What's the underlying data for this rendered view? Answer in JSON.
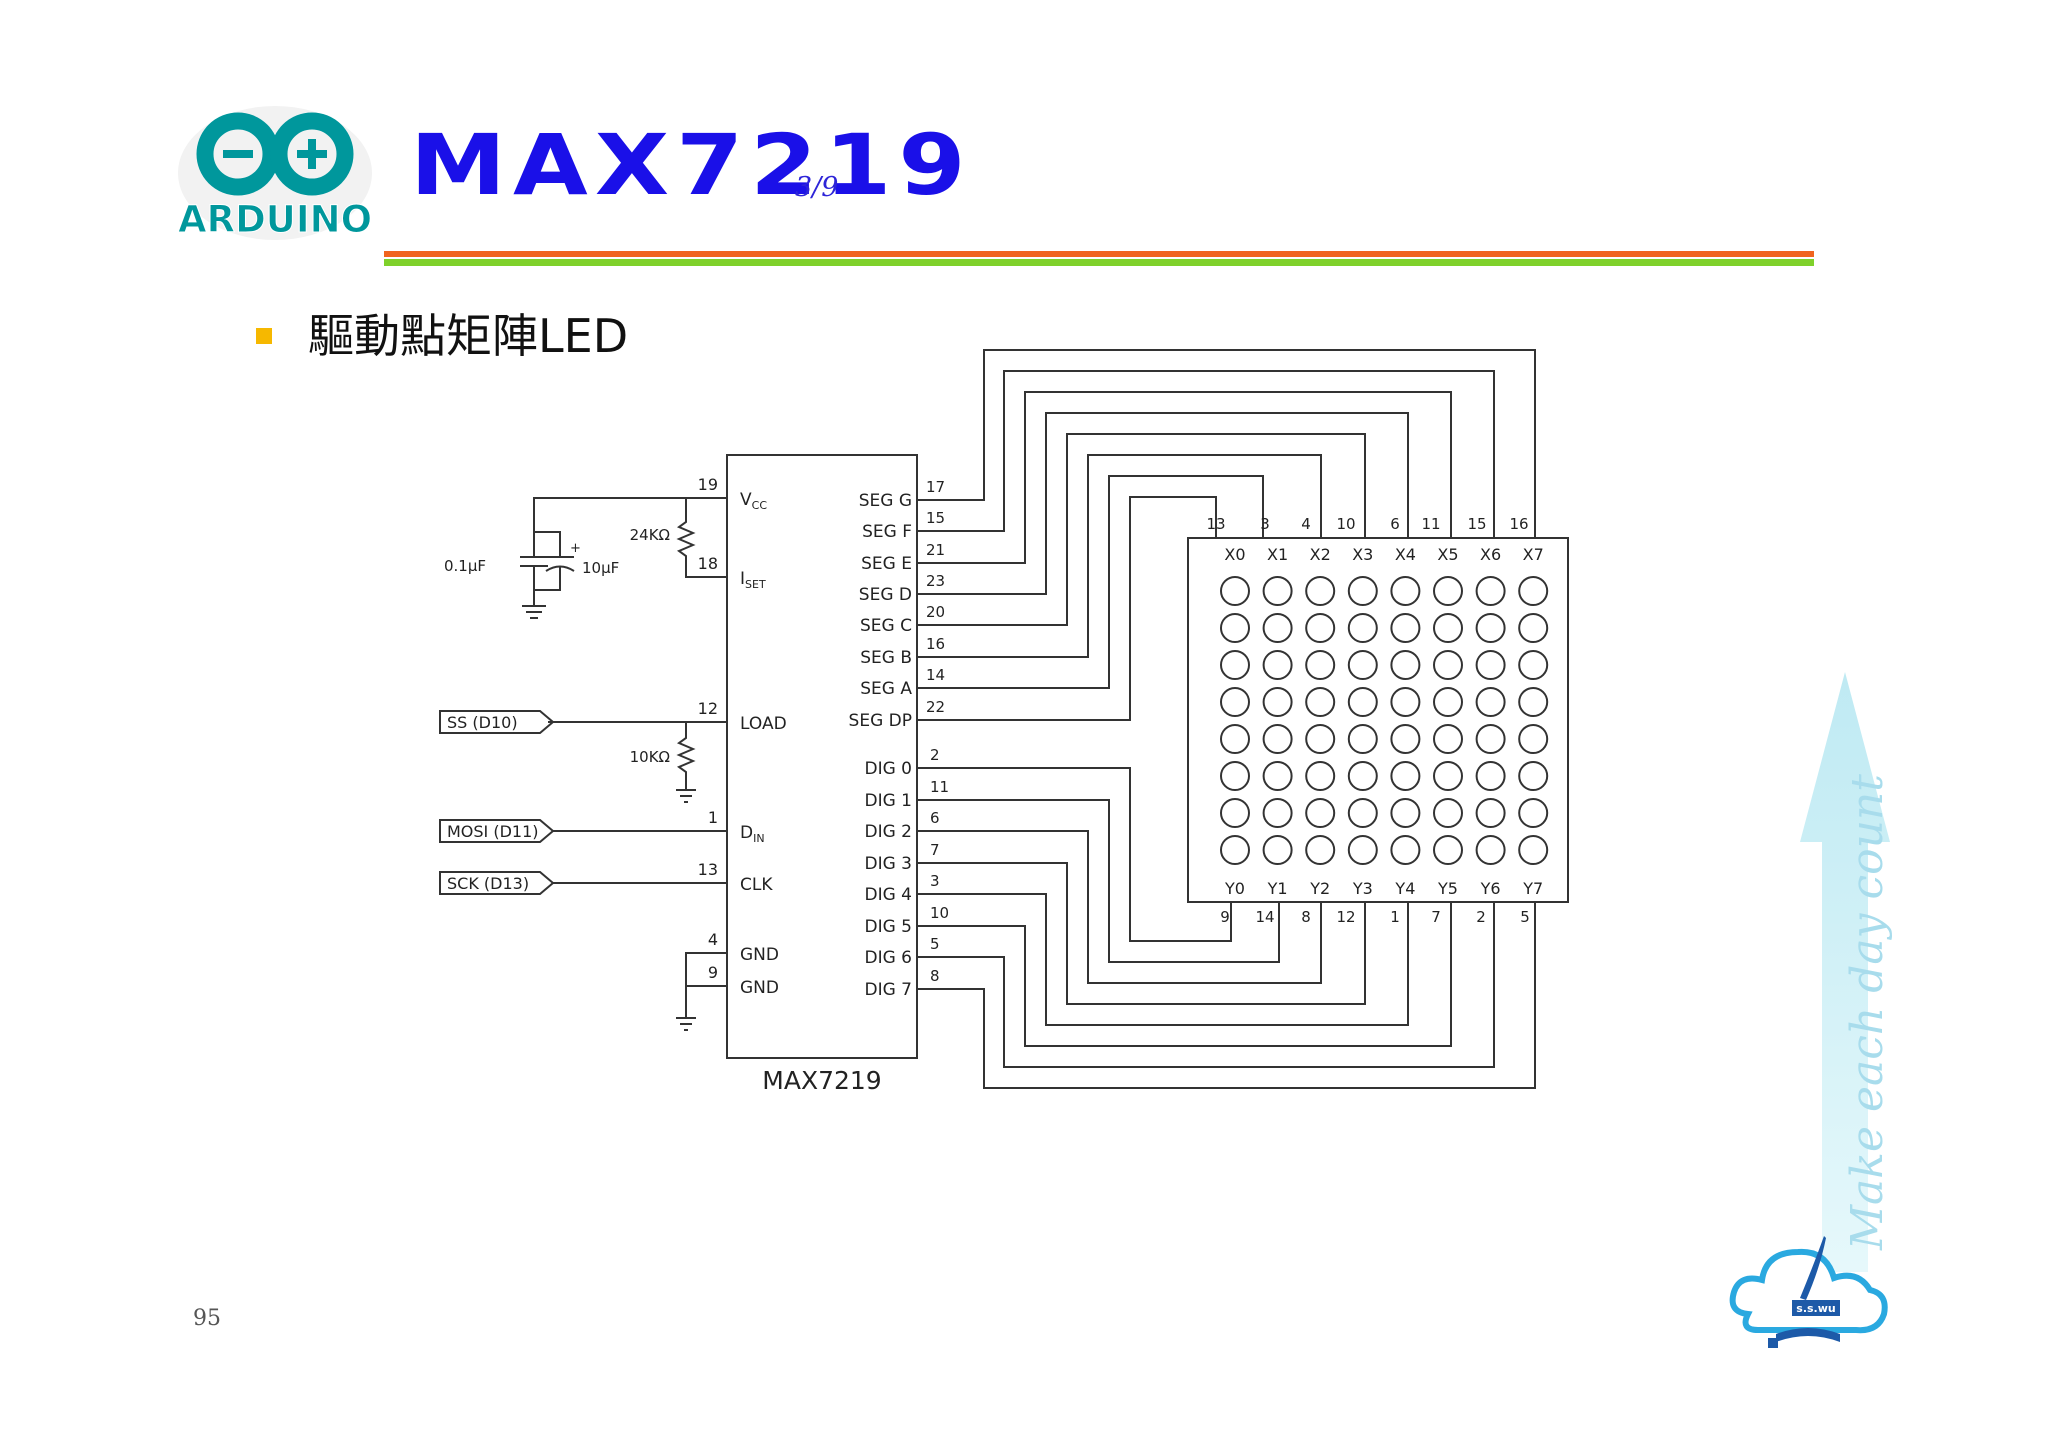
{
  "header": {
    "logo_text": "ARDUINO",
    "title": "MAX7219",
    "page_fraction": "3/9",
    "colors": {
      "title": "#1a10e8",
      "rule_top": "#f0641e",
      "rule_bottom": "#7fd12b",
      "bullet": "#f6b800",
      "logo": "#00979c"
    }
  },
  "content": {
    "bullet_text": "驅動點矩陣LED"
  },
  "schematic": {
    "chip_name": "MAX7219",
    "left_pins": [
      {
        "num": "19",
        "label": "V",
        "sub": "CC"
      },
      {
        "num": "18",
        "label": "I",
        "sub": "SET"
      },
      {
        "num": "12",
        "label": "LOAD",
        "sub": ""
      },
      {
        "num": "1",
        "label": "D",
        "sub": "IN"
      },
      {
        "num": "13",
        "label": "CLK",
        "sub": ""
      },
      {
        "num": "4",
        "label": "GND",
        "sub": ""
      },
      {
        "num": "9",
        "label": "GND",
        "sub": ""
      }
    ],
    "seg_pins": [
      {
        "num": "17",
        "label": "SEG G"
      },
      {
        "num": "15",
        "label": "SEG F"
      },
      {
        "num": "21",
        "label": "SEG E"
      },
      {
        "num": "23",
        "label": "SEG D"
      },
      {
        "num": "20",
        "label": "SEG C"
      },
      {
        "num": "16",
        "label": "SEG B"
      },
      {
        "num": "14",
        "label": "SEG A"
      },
      {
        "num": "22",
        "label": "SEG DP"
      }
    ],
    "dig_pins": [
      {
        "num": "2",
        "label": "DIG 0"
      },
      {
        "num": "11",
        "label": "DIG 1"
      },
      {
        "num": "6",
        "label": "DIG 2"
      },
      {
        "num": "7",
        "label": "DIG 3"
      },
      {
        "num": "3",
        "label": "DIG 4"
      },
      {
        "num": "10",
        "label": "DIG 5"
      },
      {
        "num": "5",
        "label": "DIG 6"
      },
      {
        "num": "8",
        "label": "DIG 7"
      }
    ],
    "signals": [
      "SS (D10)",
      "MOSI (D11)",
      "SCK (D13)"
    ],
    "components": {
      "r1": "24KΩ",
      "c1": "0.1μF",
      "c2": "10μF",
      "plus": "+",
      "r2": "10KΩ"
    },
    "matrix": {
      "top_pins": [
        "13",
        "3",
        "4",
        "10",
        "6",
        "11",
        "15",
        "16"
      ],
      "columns": [
        "X0",
        "X1",
        "X2",
        "X3",
        "X4",
        "X5",
        "X6",
        "X7"
      ],
      "rows": [
        "Y0",
        "Y1",
        "Y2",
        "Y3",
        "Y4",
        "Y5",
        "Y6",
        "Y7"
      ],
      "bottom_pins": [
        "9",
        "14",
        "8",
        "12",
        "1",
        "7",
        "2",
        "5"
      ],
      "grid_size": 8
    }
  },
  "footer": {
    "page_number": "95",
    "slogan": "Make each day count",
    "brand": "s.s.wu"
  }
}
